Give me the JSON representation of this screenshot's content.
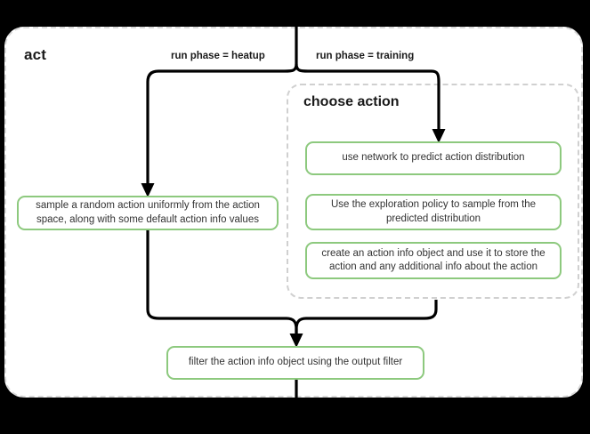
{
  "diagram": {
    "type": "flowchart",
    "title": "act",
    "background_color": "#000000",
    "surface_color": "#ffffff",
    "accent_color": "#8dc97e",
    "dashed_border_color": "#d9d9d9",
    "edge_color": "#000000"
  },
  "outer_group": {
    "label": "act"
  },
  "inner_group": {
    "label": "choose action"
  },
  "edge_labels": {
    "heatup": "run phase = heatup",
    "training": "run phase = training"
  },
  "nodes": {
    "sample": "sample a random action uniformly from the action space, along with some default action info values",
    "predict": "use network to predict action distribution",
    "explore": "Use the exploration policy to sample from the predicted distribution",
    "create": "create an action info object and use it to store the action and any additional info about the action",
    "filter": "filter the action info object using the output filter"
  }
}
